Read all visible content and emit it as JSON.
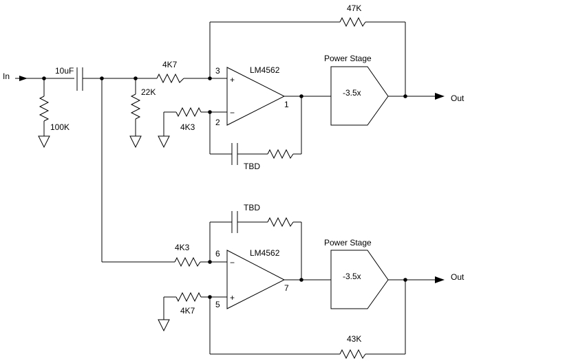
{
  "input": {
    "label": "In"
  },
  "components": {
    "c_in": "10uF",
    "r_in_gnd": "100K",
    "r_series_top": "4K7",
    "r_bias": "22K",
    "r_inv_top": "4K3",
    "r_fb_top": "47K",
    "rc_top": "TBD",
    "r_series_bot": "4K3",
    "r_noninv_bot": "4K7",
    "r_fb_bot": "43K",
    "rc_bot": "TBD"
  },
  "opamp_top": {
    "name": "LM4562",
    "pin_plus": "3",
    "pin_minus": "2",
    "pin_out": "1",
    "plus_sign": "+",
    "minus_sign": "−"
  },
  "opamp_bot": {
    "name": "LM4562",
    "pin_minus": "6",
    "pin_plus": "5",
    "pin_out": "7",
    "plus_sign": "+",
    "minus_sign": "−"
  },
  "stage_top": {
    "title": "Power Stage",
    "gain": "-3.5x"
  },
  "stage_bot": {
    "title": "Power Stage",
    "gain": "-3.5x"
  },
  "outputs": {
    "top": "Out",
    "bottom": "Out"
  }
}
